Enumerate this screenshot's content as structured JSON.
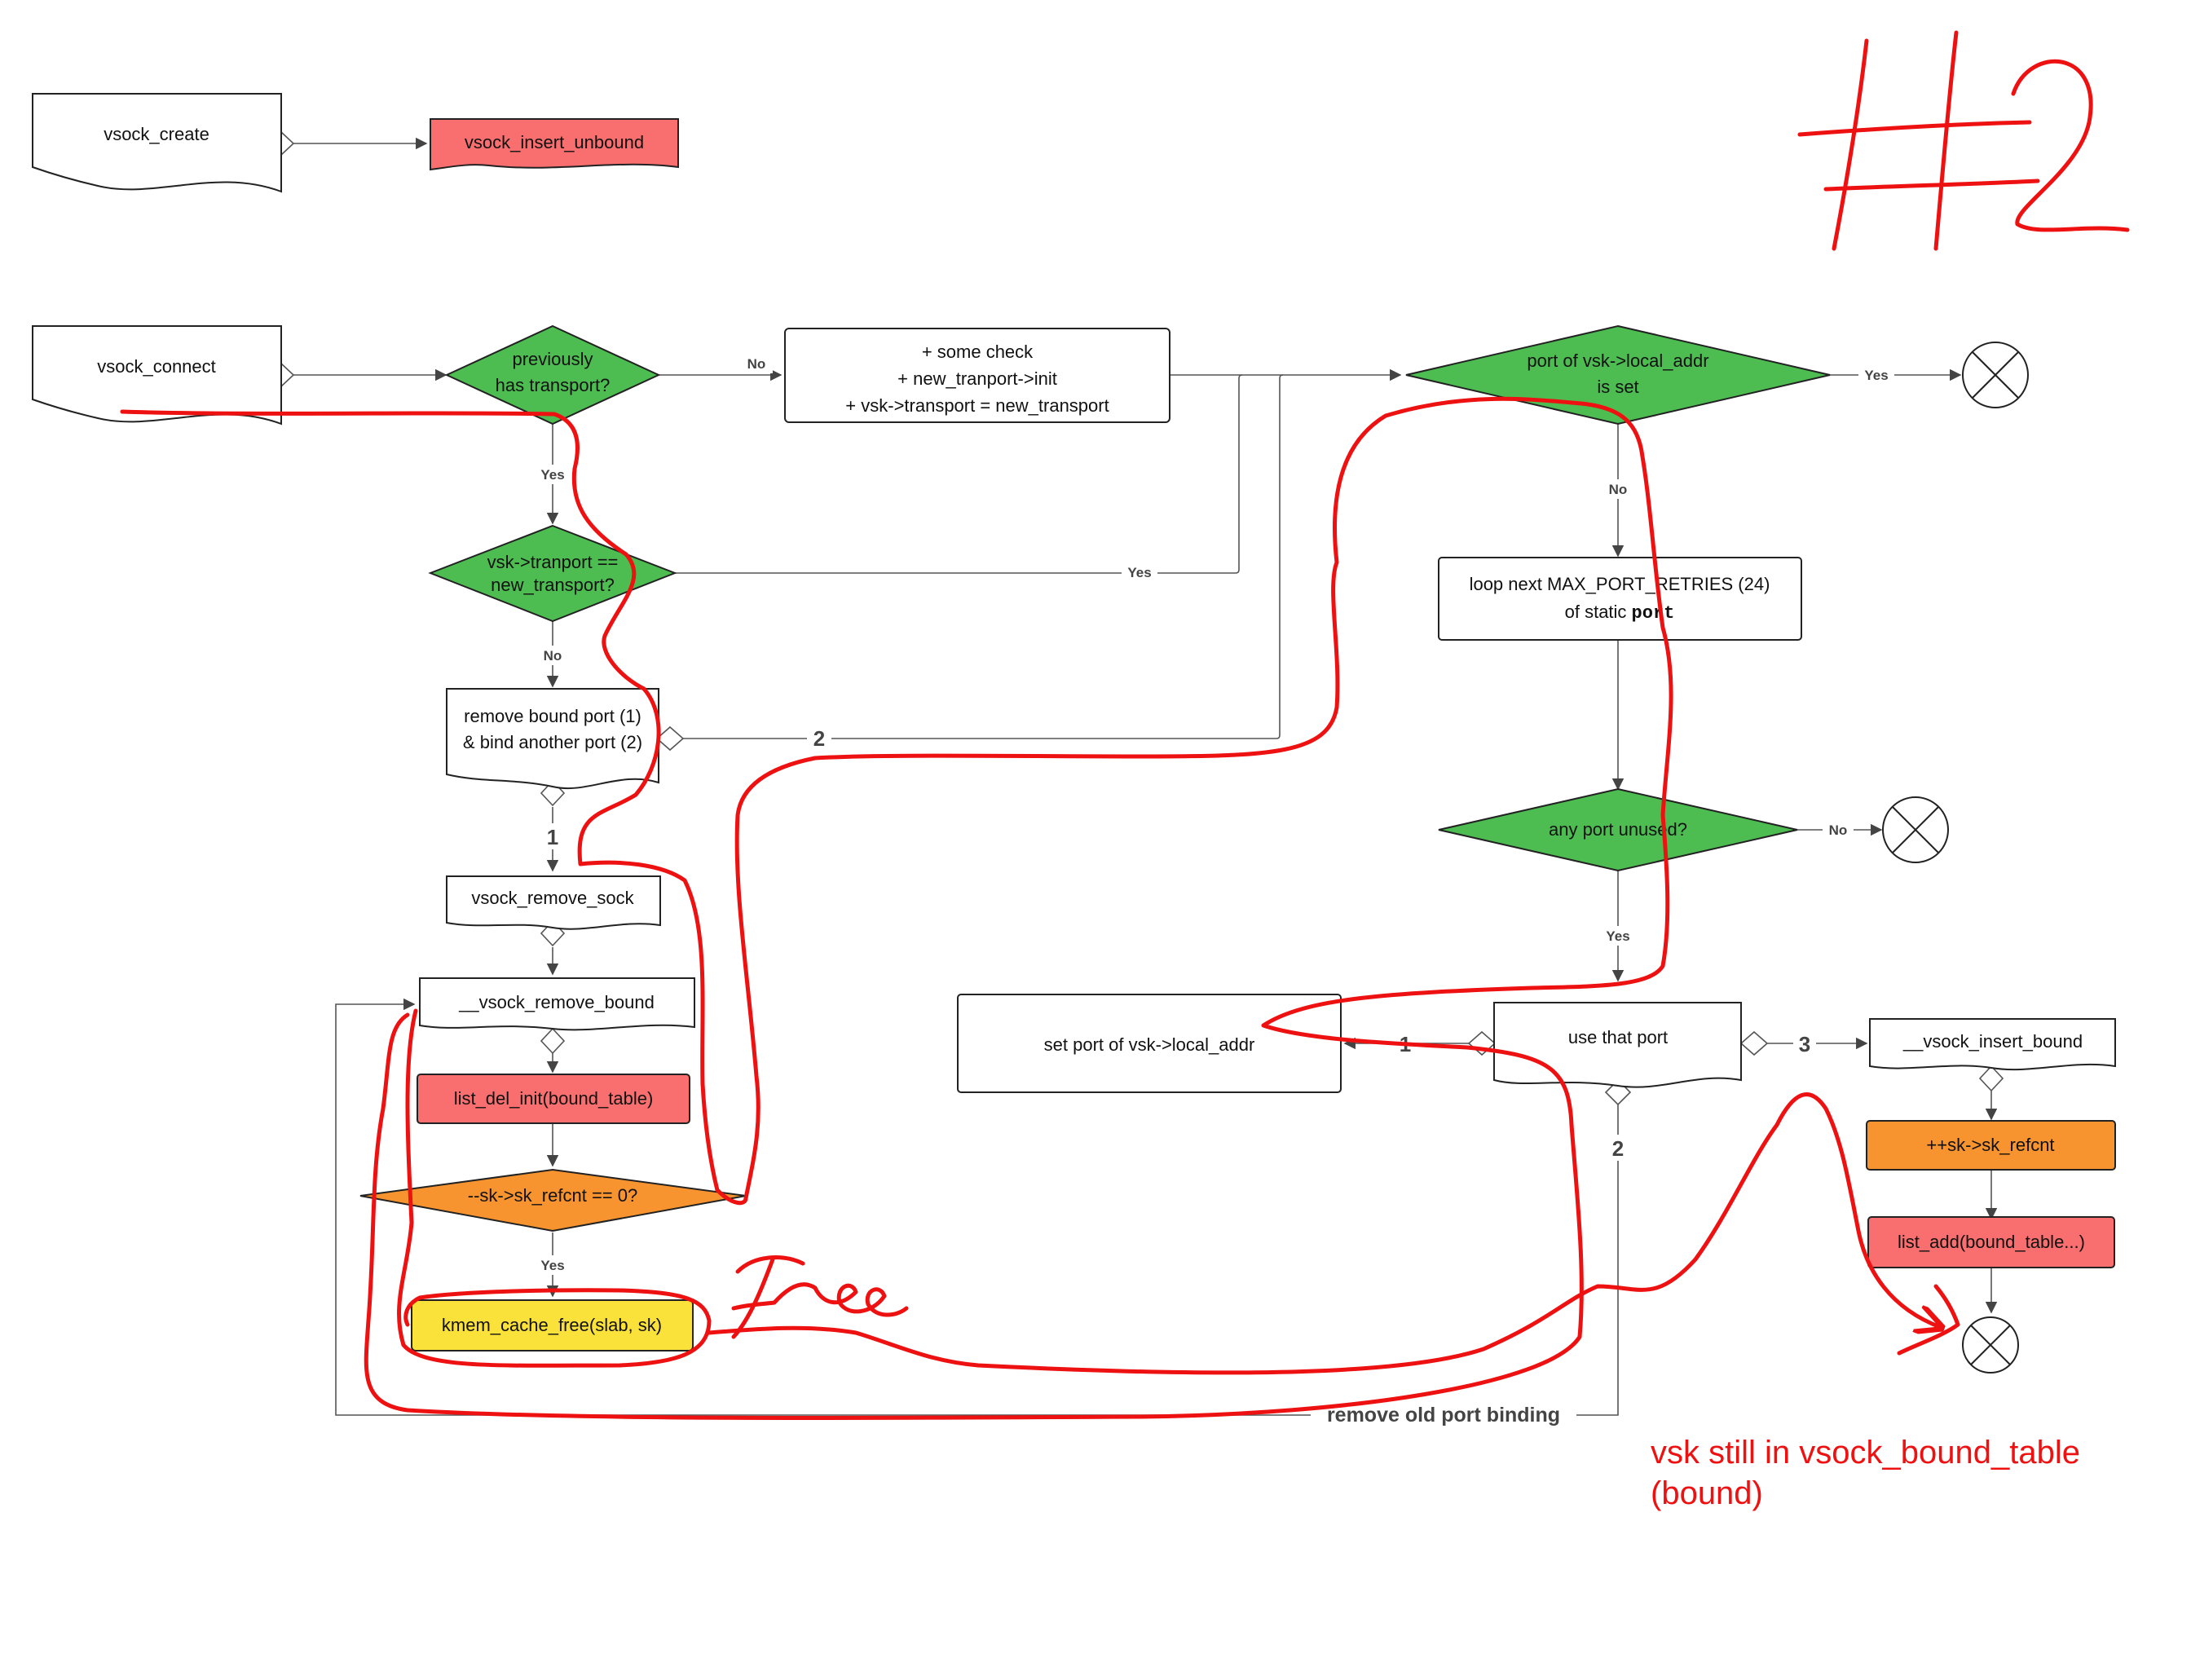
{
  "nodes": {
    "vsock_create": "vsock_create",
    "vsock_insert_unbound": "vsock_insert_unbound",
    "vsock_connect": "vsock_connect",
    "prev_transport": [
      "previously",
      "has transport?"
    ],
    "some_check": [
      "+ some check",
      "+ new_tranport->init",
      "+ vsk->transport = new_transport"
    ],
    "port_set": [
      "port of vsk->local_addr",
      "is set"
    ],
    "tranport_eq": [
      "vsk->tranport ==",
      "new_transport?"
    ],
    "loop_next": [
      "loop next MAX_PORT_RETRIES (24)",
      "of static "
    ],
    "loop_port_code": "port",
    "remove_bound": [
      "remove bound port (1)",
      "& bind another port (2)"
    ],
    "any_port_unused": "any port unused?",
    "vsock_remove_sock": "vsock_remove_sock",
    "vsock_remove_bound": "__vsock_remove_bound",
    "set_port": "set port of vsk->local_addr",
    "use_port": "use that port",
    "vsock_insert_bound": "__vsock_insert_bound",
    "list_del_init": "list_del_init(bound_table)",
    "inc_refcnt": "++sk->sk_refcnt",
    "dec_refcnt": "--sk->sk_refcnt == 0?",
    "list_add": "list_add(bound_table...)",
    "kmem_free": "kmem_cache_free(slab, sk)"
  },
  "edge_labels": {
    "no": "No",
    "yes": "Yes",
    "one": "1",
    "two": "2",
    "three": "3",
    "remove_old": "remove old port binding"
  },
  "annotations": {
    "big_number": "#2",
    "free_word": "free",
    "note": [
      "vsk still in vsock_bound_table",
      "(bound)"
    ]
  },
  "colors": {
    "red": "#f96e6e",
    "green": "#4dbd52",
    "orange": "#f7942f",
    "yellow": "#fbe23a",
    "ink": "#ee1111"
  }
}
